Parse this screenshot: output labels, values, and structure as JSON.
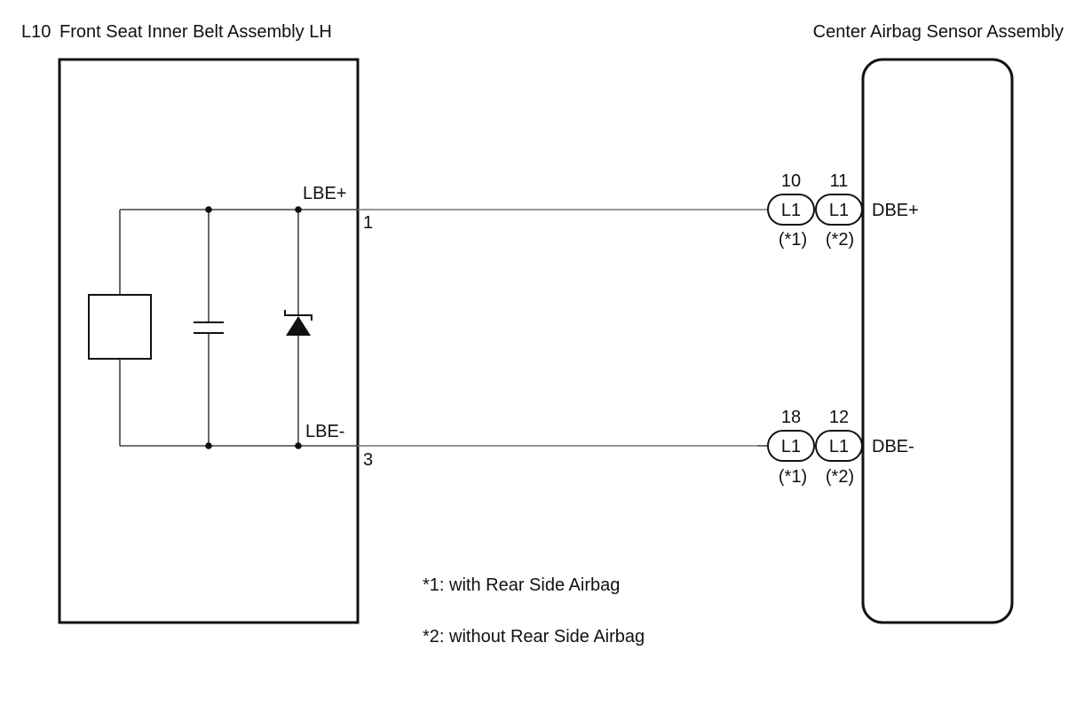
{
  "left_component": {
    "code": "L10",
    "name": "Front Seat Inner Belt Assembly LH",
    "terminals": [
      {
        "signal": "LBE+",
        "pin": "1"
      },
      {
        "signal": "LBE-",
        "pin": "3"
      }
    ]
  },
  "right_component": {
    "name": "Center Airbag Sensor Assembly",
    "terminals": [
      {
        "signal": "DBE+",
        "connectors": [
          {
            "pin": "10",
            "label": "L1",
            "variant": "(*1)"
          },
          {
            "pin": "11",
            "label": "L1",
            "variant": "(*2)"
          }
        ]
      },
      {
        "signal": "DBE-",
        "connectors": [
          {
            "pin": "18",
            "label": "L1",
            "variant": "(*1)"
          },
          {
            "pin": "12",
            "label": "L1",
            "variant": "(*2)"
          }
        ]
      }
    ]
  },
  "notes": [
    "*1: with Rear Side Airbag",
    "*2: without Rear Side Airbag"
  ]
}
